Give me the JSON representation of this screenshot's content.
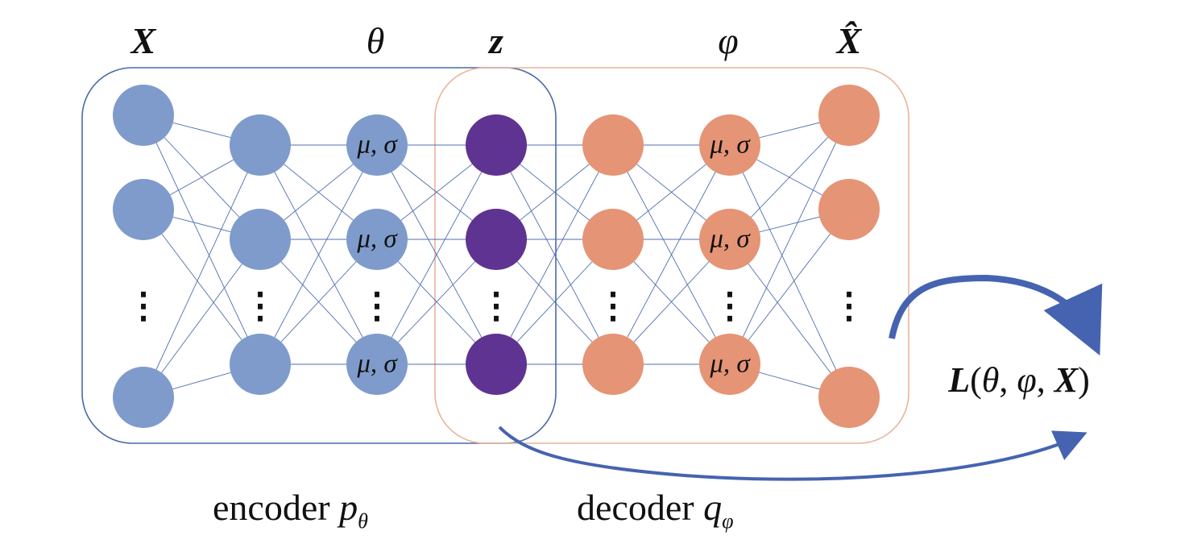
{
  "headers": {
    "input": "X",
    "encoder_param": "θ",
    "latent": "z",
    "decoder_param": "φ",
    "output": "X̂"
  },
  "node_label": "μ, σ",
  "ellipsis": "⋮",
  "captions": {
    "encoder_word": "encoder ",
    "encoder_var": "p",
    "encoder_sub": "θ",
    "decoder_word": "decoder ",
    "decoder_var": "q",
    "decoder_sub": "φ"
  },
  "loss": {
    "L": "L",
    "open": "(",
    "theta": "θ",
    "comma1": ", ",
    "phi": "φ",
    "comma2": ", ",
    "X": "X",
    "close": ")"
  },
  "colors": {
    "encoder_node": "#7f9bcc",
    "latent_node": "#5f3391",
    "decoder_node": "#e59476",
    "encoder_box": "#4a6aa8",
    "decoder_box": "#e9b49b",
    "edge": "#4f6fb0",
    "arrow": "#4563b0"
  }
}
